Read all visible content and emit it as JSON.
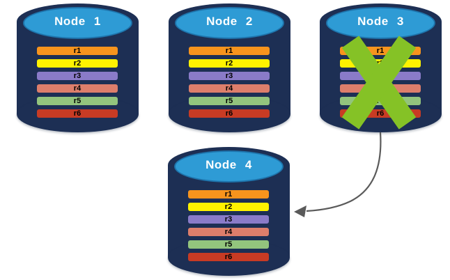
{
  "colors": {
    "background": "#FFFFFF",
    "navy": "#1D2F54",
    "topblue": "#2E9BD5",
    "topedge": "#1E74AC",
    "r1": "#F7941D",
    "r2": "#FFF200",
    "r3": "#8A7BC8",
    "r4": "#DD7E6B",
    "r5": "#93C47D",
    "r6": "#C83B24",
    "xmark": "#85C226",
    "arrow": "#5A5A5A",
    "node_text": "#FFFFFF",
    "bar_text": "#000000"
  },
  "icons": {
    "failure": "x-mark-icon",
    "transfer": "curved-arrow-icon"
  },
  "nodes": [
    {
      "label": "Node 1",
      "replicas": [
        "r1",
        "r2",
        "r3",
        "r4",
        "r5",
        "r6"
      ]
    },
    {
      "label": "Node 2",
      "replicas": [
        "r1",
        "r2",
        "r3",
        "r4",
        "r5",
        "r6"
      ]
    },
    {
      "label": "Node 3",
      "replicas": [
        "r1",
        "r2",
        "r3",
        "r4",
        "r5",
        "r6"
      ]
    },
    {
      "label": "Node 4",
      "replicas": [
        "r1",
        "r2",
        "r3",
        "r4",
        "r5",
        "r6"
      ]
    }
  ],
  "arrow": {
    "from": "Node 3",
    "to": "Node 4"
  }
}
